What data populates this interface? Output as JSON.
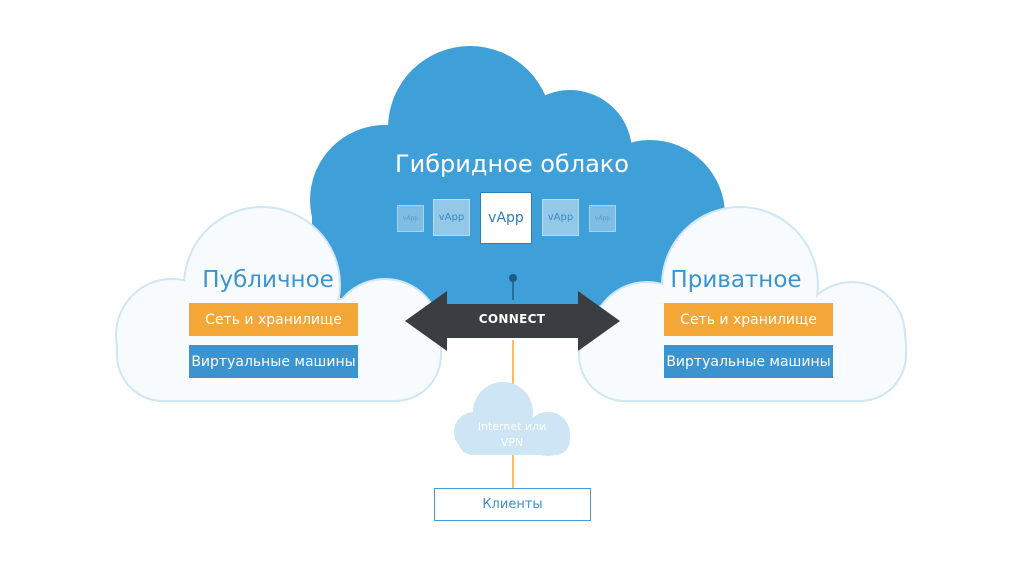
{
  "colors": {
    "hybrid_cloud": "#3f9fd8",
    "side_cloud_fill": "#f7fbfe",
    "side_cloud_stroke": "#cfe6f5",
    "title_blue": "#3d93cf",
    "orange_box": "#f4a636",
    "blue_box": "#3b94cf",
    "arrow": "#3a3d42",
    "line_orange": "#f4a636",
    "internet_cloud": "#c9e3f4"
  },
  "hybrid": {
    "title": "Гибридное облако",
    "vapps": [
      {
        "label": "vApp",
        "size": "xs"
      },
      {
        "label": "vApp",
        "size": "sm"
      },
      {
        "label": "vApp",
        "size": "lg"
      },
      {
        "label": "vApp",
        "size": "sm"
      },
      {
        "label": "vApp",
        "size": "xs"
      }
    ]
  },
  "public_cloud": {
    "title": "Публичное",
    "network_storage": "Сеть и хранилище",
    "virtual_machines": "Виртуальные машины"
  },
  "private_cloud": {
    "title": "Приватное",
    "network_storage": "Сеть и хранилище",
    "virtual_machines": "Виртуальные машины"
  },
  "connect": {
    "label": "CONNECT"
  },
  "internet": {
    "line1": "Internet или",
    "line2": "VPN"
  },
  "clients": {
    "label": "Клиенты"
  }
}
